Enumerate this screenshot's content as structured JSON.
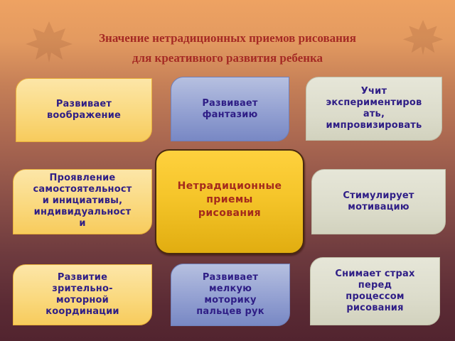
{
  "title": {
    "line1": "Значение нетрадиционных приемов рисования",
    "line2": "для креативного  развития ребенка"
  },
  "center": {
    "label": "Нетрадиционные\nприемы\nрисования",
    "color": "#f5c52a",
    "text_color": "#a42a1c"
  },
  "boxes": [
    {
      "id": "top-left",
      "label": "Развивает\nвоображение",
      "color": "yellow"
    },
    {
      "id": "top-middle",
      "label": "Развивает\nфантазию",
      "color": "blue"
    },
    {
      "id": "top-right",
      "label": "Учит\nэкспериментиров\nать,\nимпровизировать",
      "color": "gray"
    },
    {
      "id": "middle-left",
      "label": "Проявление\nсамостоятельност\nи инициативы,\nиндивидуальност\nи",
      "color": "yellow"
    },
    {
      "id": "middle-right",
      "label": "Стимулирует\nмотивацию",
      "color": "gray"
    },
    {
      "id": "bottom-left",
      "label": "Развитие\nзрительно-\nмоторной\nкоординации",
      "color": "yellow"
    },
    {
      "id": "bottom-middle",
      "label": "Развивает\nмелкую\nмоторику\nпальцев рук",
      "color": "blue"
    },
    {
      "id": "bottom-right",
      "label": "Снимает страх\nперед\nпроцессом\nрисования",
      "color": "gray"
    }
  ],
  "colors": {
    "title": "#a52a24",
    "box_text": "#2f1e86",
    "yellow_box": "#fad97f",
    "blue_box": "#96a3d3",
    "gray_box": "#dcdccb"
  }
}
